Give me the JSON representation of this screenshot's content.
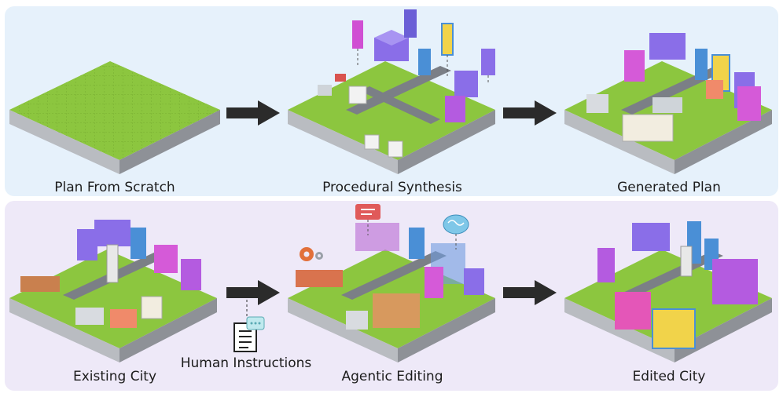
{
  "top_row": {
    "stages": [
      {
        "label": "Plan From Scratch"
      },
      {
        "label": "Procedural Synthesis"
      },
      {
        "label": "Generated Plan"
      }
    ]
  },
  "bottom_row": {
    "stages": [
      {
        "label": "Existing City"
      },
      {
        "label": "Agentic Editing"
      },
      {
        "label": "Edited City"
      }
    ],
    "input_label": "Human Instructions"
  },
  "colors": {
    "top_panel": "#e6f1fb",
    "bottom_panel": "#eee9f8",
    "grass": "#8cc63f",
    "road": "#7b7f86",
    "arrow": "#2b2b2b",
    "purple_building": "#8a6ee8",
    "magenta_building": "#d55ad8",
    "blue_building": "#4a8fd6"
  },
  "icons": [
    "arrow-right-icon",
    "document-icon",
    "chat-bubble-icon",
    "gear-icon",
    "brain-icon",
    "message-icon"
  ]
}
